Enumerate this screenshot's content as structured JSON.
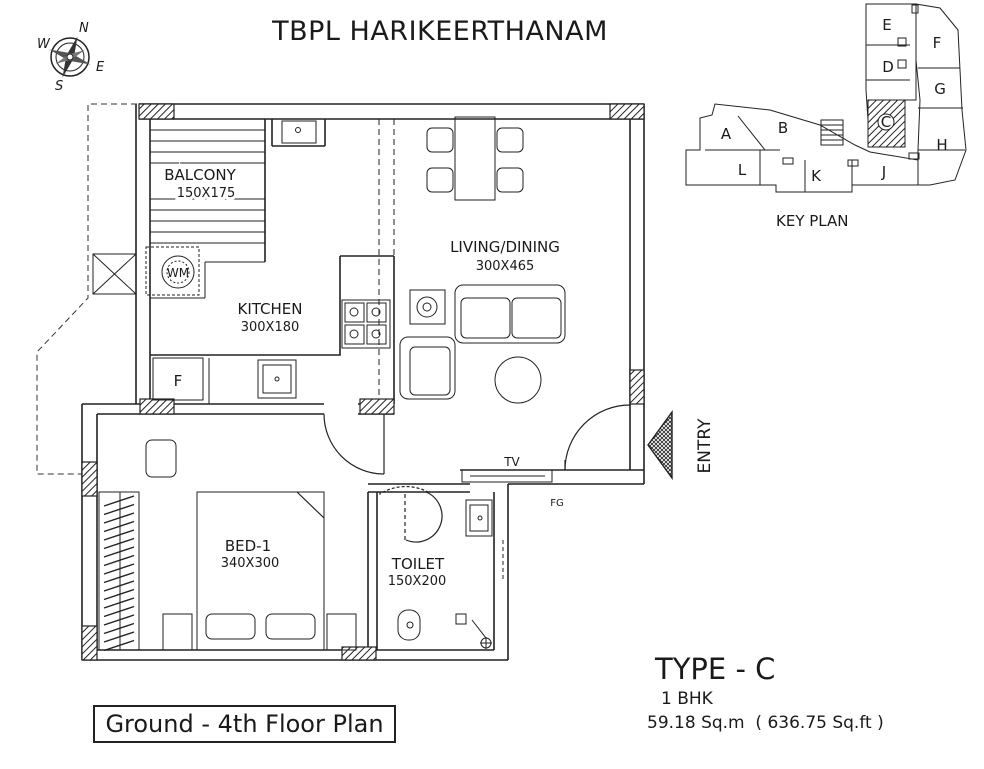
{
  "title": "TBPL HARIKEERTHANAM",
  "compass": {
    "n": "N",
    "e": "E",
    "s": "S",
    "w": "W"
  },
  "rooms": {
    "balcony": {
      "name": "BALCONY",
      "size": "150X175"
    },
    "kitchen": {
      "name": "KITCHEN",
      "size": "300X180"
    },
    "living": {
      "name": "LIVING/DINING",
      "size": "300X465"
    },
    "bed": {
      "name": "BED-1",
      "size": "340X300"
    },
    "toilet": {
      "name": "TOILET",
      "size": "150X200"
    }
  },
  "fixtures": {
    "wm": "WM",
    "fridge": "F",
    "tv": "TV",
    "fg": "FG"
  },
  "entry": "ENTRY",
  "key_plan": {
    "label": "KEY PLAN",
    "units": [
      "A",
      "B",
      "C",
      "D",
      "E",
      "F",
      "G",
      "H",
      "J",
      "K",
      "L"
    ]
  },
  "unit": {
    "type": "TYPE - C",
    "bhk": "1 BHK",
    "area": "59.18 Sq.m  ( 636.75 Sq.ft )"
  },
  "floor_plan_label": "Ground - 4th Floor Plan"
}
